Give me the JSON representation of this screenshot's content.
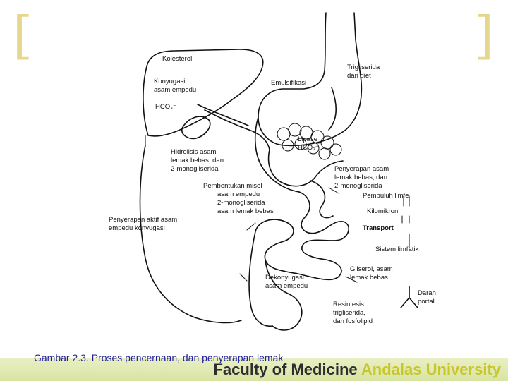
{
  "labels": {
    "kolesterol": "Kolesterol",
    "konyugasi_1": "Konyugasi",
    "konyugasi_2": "asam empedu",
    "hco3": "HCO₃⁻",
    "emulsifikasi": "Emulsifikasi",
    "trigliserida_1": "Trigliserida",
    "trigliserida_2": "dari diet",
    "lipase": "Lipase",
    "hco3_lipase": "HCO₃⁻",
    "hidrolisis_1": "Hidrolisis asam",
    "hidrolisis_2": "lemak bebas, dan",
    "hidrolisis_3": "2-monogliserida",
    "penyerapan_asam_1": "Penyerapan asam",
    "penyerapan_asam_2": "lemak bebas, dan",
    "penyerapan_asam_3": "2-monogliserida",
    "misel_1": "Pembentukan misel",
    "misel_2": "asam empedu",
    "misel_3": "2-monogliserida",
    "misel_4": "asam lemak bebas",
    "pembuluh_limfe": "Pembuluh limfe",
    "kilomikron": "Kilomikron",
    "transport": "Transport",
    "penyerapan_aktif_1": "Penyerapan aktif asam",
    "penyerapan_aktif_2": "empedu konyugasi",
    "sistem_limfatik": "Sistem limfatik",
    "gliserol_1": "Gliserol, asam",
    "gliserol_2": "lemak bebas",
    "dekonyugasi_1": "Dekonyugasi",
    "dekonyugasi_2": "asam empedu",
    "darah_1": "Darah",
    "darah_2": "portal",
    "resintesis_1": "Resintesis",
    "resintesis_2": "trigliserida,",
    "resintesis_3": "dan fosfolipid"
  },
  "caption": "Gambar 2.3. Proses pencernaan, dan penyerapan lemak",
  "footer": {
    "faculty": "Faculty of Medicine",
    "university": "Andalas University"
  },
  "brackets": {
    "left": "[",
    "right": "]"
  },
  "colors": {
    "bracket": "#e5d88e",
    "caption": "#1f1f9a",
    "footer_bar": "#dde7ab",
    "university": "#c9c62b"
  }
}
